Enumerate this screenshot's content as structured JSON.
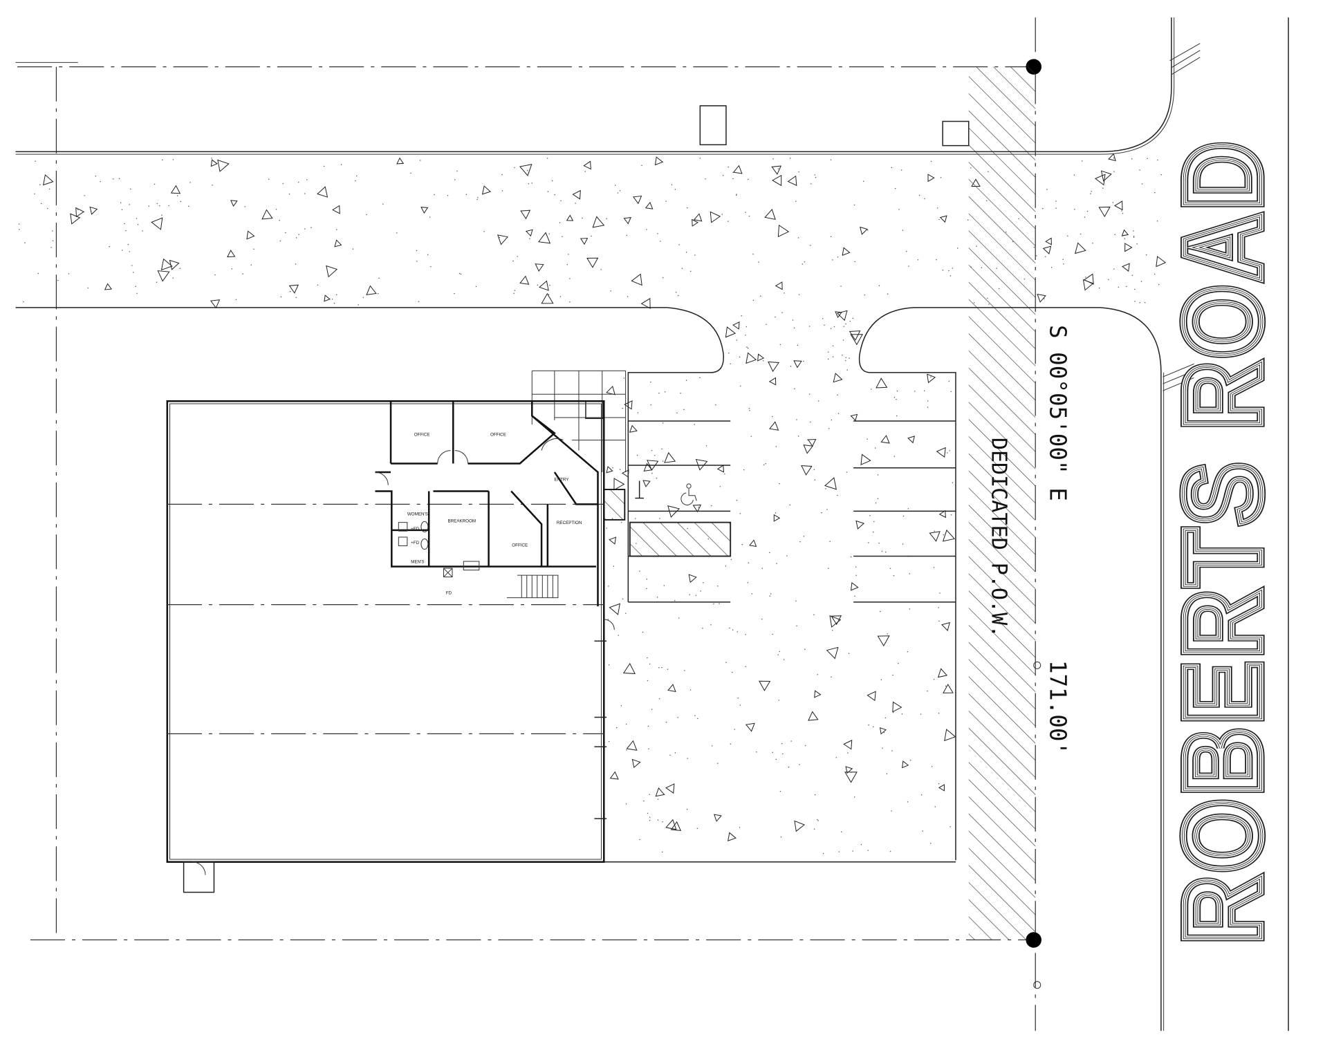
{
  "road_name": "ROBERTS ROAD",
  "bearing": "S 00°05'00\" E",
  "distance": "171.00'",
  "dedicated_row": "DEDICATED P.O.W.",
  "rooms": {
    "office_1": "OFFICE",
    "office_2": "OFFICE",
    "entry": "ENTRY",
    "womens": "WOMEN'S",
    "mens": "MEN'S",
    "breakroom": "BREAKROOM",
    "office_3": "OFFICE",
    "reception": "RECEPTION",
    "floor_drain": "FD",
    "fd_womens": "+FD",
    "fd_mens": "+FD"
  },
  "colors": {
    "line": "#222222",
    "background": "#ffffff"
  }
}
